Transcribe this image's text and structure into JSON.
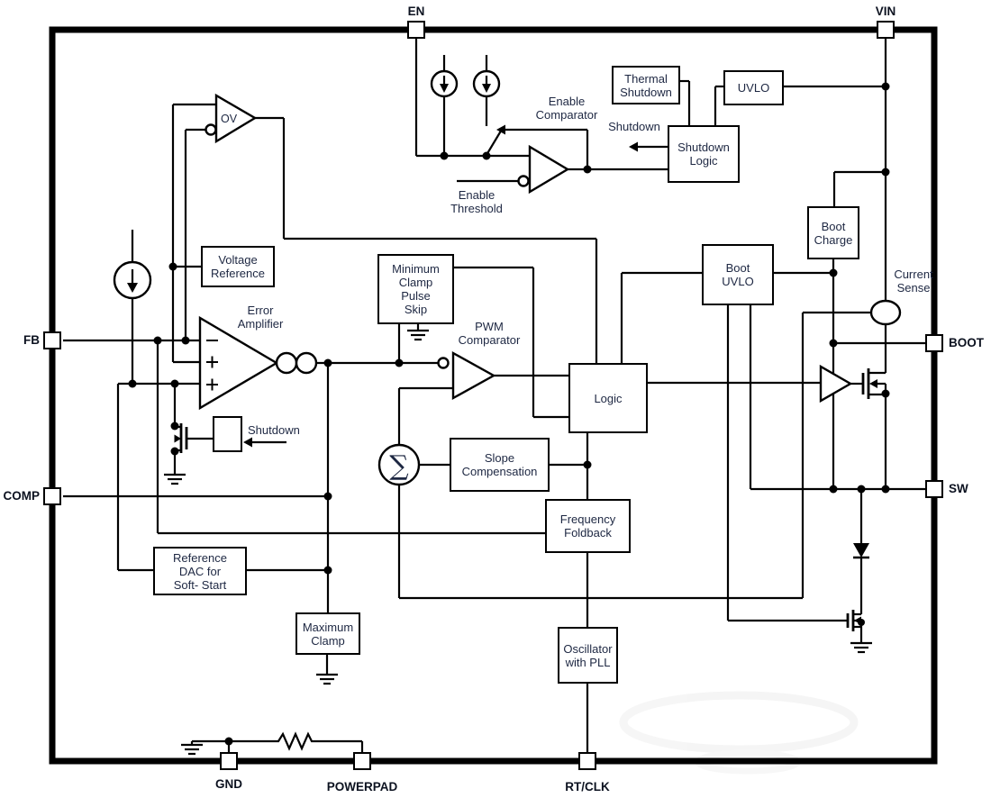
{
  "diagram": {
    "title_hint": "DC/DC converter functional block diagram",
    "pins": {
      "en": "EN",
      "vin": "VIN",
      "fb": "FB",
      "comp": "COMP",
      "boot": "BOOT",
      "sw": "SW",
      "gnd": "GND",
      "powerpad": "POWERPAD",
      "rtclk": "RT/CLK"
    },
    "blocks": {
      "thermal_shutdown": {
        "line1": "Thermal",
        "line2": "Shutdown"
      },
      "uvlo": {
        "line1": "UVLO"
      },
      "shutdown_logic": {
        "line1": "Shutdown",
        "line2": "Logic"
      },
      "boot_charge": {
        "line1": "Boot",
        "line2": "Charge"
      },
      "boot_uvlo": {
        "line1": "Boot",
        "line2": "UVLO"
      },
      "voltage_reference": {
        "line1": "Voltage",
        "line2": "Reference"
      },
      "minimum_clamp": {
        "line1": "Minimum",
        "line2": "Clamp",
        "line3": "Pulse",
        "line4": "Skip"
      },
      "logic": {
        "line1": "Logic"
      },
      "slope_compensation": {
        "line1": "Slope",
        "line2": "Compensation"
      },
      "frequency_foldback": {
        "line1": "Frequency",
        "line2": "Foldback"
      },
      "reference_dac": {
        "line1": "Reference",
        "line2": "DAC for",
        "line3": "Soft- Start"
      },
      "maximum_clamp": {
        "line1": "Maximum",
        "line2": "Clamp"
      },
      "oscillator": {
        "line1": "Oscillator",
        "line2": "with PLL"
      }
    },
    "labels": {
      "enable_comparator": {
        "line1": "Enable",
        "line2": "Comparator"
      },
      "enable_threshold": {
        "line1": "Enable",
        "line2": "Threshold"
      },
      "shutdown_signal": "Shutdown",
      "shutdown_pulldown": "Shutdown",
      "error_amplifier": {
        "line1": "Error",
        "line2": "Amplifier"
      },
      "pwm_comparator": {
        "line1": "PWM",
        "line2": "Comparator"
      },
      "current_sense": {
        "line1": "Current",
        "line2": "Sense"
      },
      "ov": "OV",
      "sigma": "∑"
    },
    "colors": {
      "wire": "#000000",
      "block_text": "#1d2742",
      "pin_text": "#0c1220",
      "background": "#ffffff"
    }
  }
}
